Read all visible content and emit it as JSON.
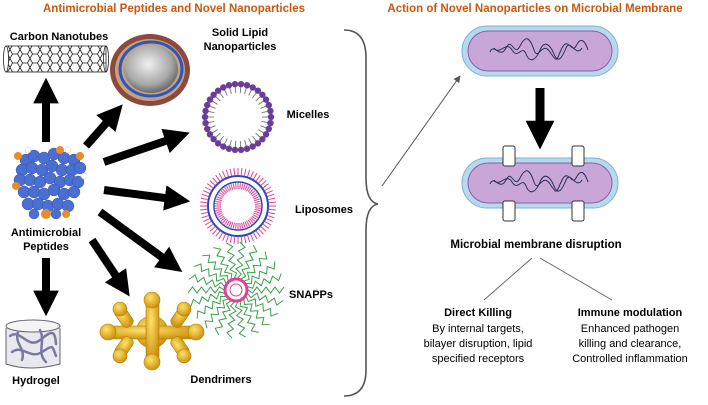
{
  "left_panel": {
    "title": "Antimicrobial Peptides and Novel Nanoparticles",
    "center_label": [
      "Antimicrobial",
      "Peptides"
    ],
    "items": {
      "carbon_nanotubes": "Carbon Nanotubes",
      "solid_lipid": [
        "Solid Lipid",
        "Nanoparticles"
      ],
      "micelles": "Micelles",
      "liposomes": "Liposomes",
      "snapps": "SNAPPs",
      "dendrimers": "Dendrimers",
      "hydrogel": "Hydrogel"
    }
  },
  "right_panel": {
    "title": "Action of Novel Nanoparticles on Microbial Membrane",
    "disruption_label": "Microbial membrane disruption",
    "direct_killing": {
      "heading": "Direct Killing",
      "lines": [
        "By internal targets,",
        "bilayer disruption, lipid",
        "specified receptors"
      ]
    },
    "immune_modulation": {
      "heading": "Immune modulation",
      "lines": [
        "Enhanced pathogen",
        "killing and clearance,",
        "Controlled inflammation"
      ]
    }
  },
  "colors": {
    "title_orange": "#c55a11",
    "arrow": "#000000",
    "bacterium_outer": "#b7d9ee",
    "bacterium_inner": "#c9a6d8",
    "peptide_blue": "#4a6fd0",
    "peptide_orange": "#e98a2c",
    "dendrimer_gold": "#e0b020",
    "micelle_purple": "#6a3d9a",
    "liposome_pink": "#e0409a",
    "snapp_green": "#3aa04a"
  }
}
